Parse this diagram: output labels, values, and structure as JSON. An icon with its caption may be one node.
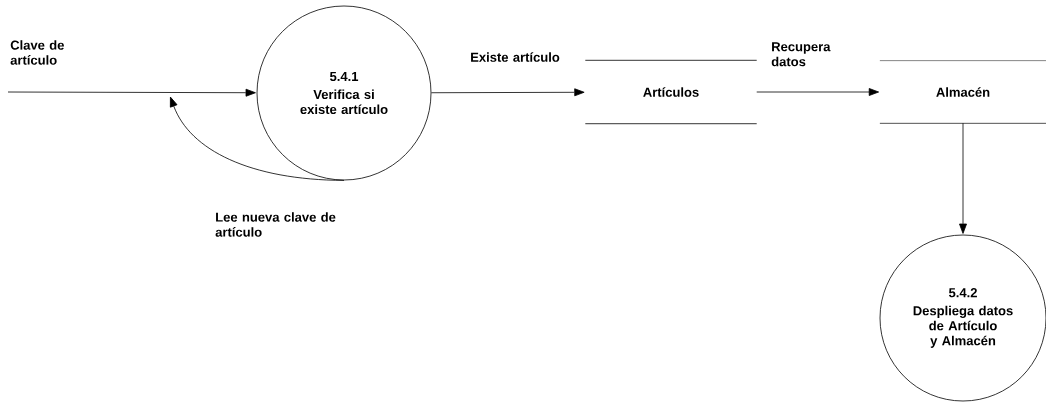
{
  "diagram": {
    "nodes": [
      {
        "text": [
          "5.4.1",
          "Verifica si existe artículo"
        ]
      },
      {
        "text": [
          "Artículos"
        ]
      },
      {
        "text": [
          "Almacén"
        ]
      },
      {
        "text": [
          "5.4.2",
          "Despliega datos de Artículo y Almacén"
        ]
      }
    ],
    "edges": [
      {
        "from": null,
        "to": 0,
        "arrow": "to",
        "label": "Clave de artículo"
      },
      {
        "from": 0,
        "to": null,
        "arrow": "to",
        "label": "Lee nueva clave de artículo"
      },
      {
        "from": 0,
        "to": 1,
        "arrow": "to",
        "label": "Existe artículo"
      },
      {
        "from": 1,
        "to": 2,
        "arrow": "to",
        "label": "Recupera datos"
      },
      {
        "from": 2,
        "to": 3,
        "arrow": "to"
      }
    ]
  }
}
